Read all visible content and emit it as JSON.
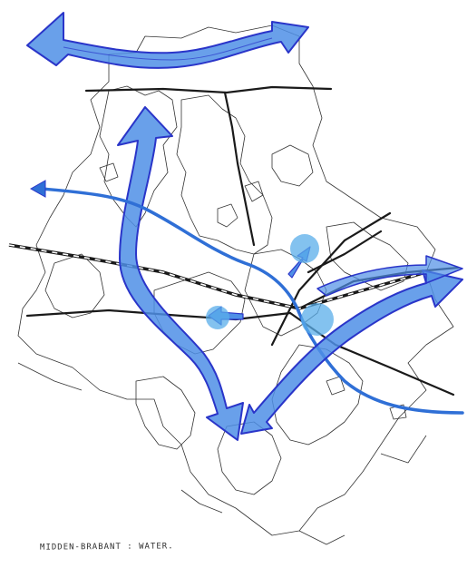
{
  "caption": "MIDDEN-BRABANT : WATER.",
  "colors": {
    "paper": "#ffffff",
    "boundary": "#333333",
    "road": "#1a1a1a",
    "water_fill": "#4f8fe6",
    "water_outline": "#2a35c9",
    "water_line": "#2f6fd6",
    "node": "#5aaeea"
  },
  "features": [
    "municipal-boundaries",
    "highways",
    "railway",
    "water-flow-arrows",
    "water-nodes"
  ]
}
